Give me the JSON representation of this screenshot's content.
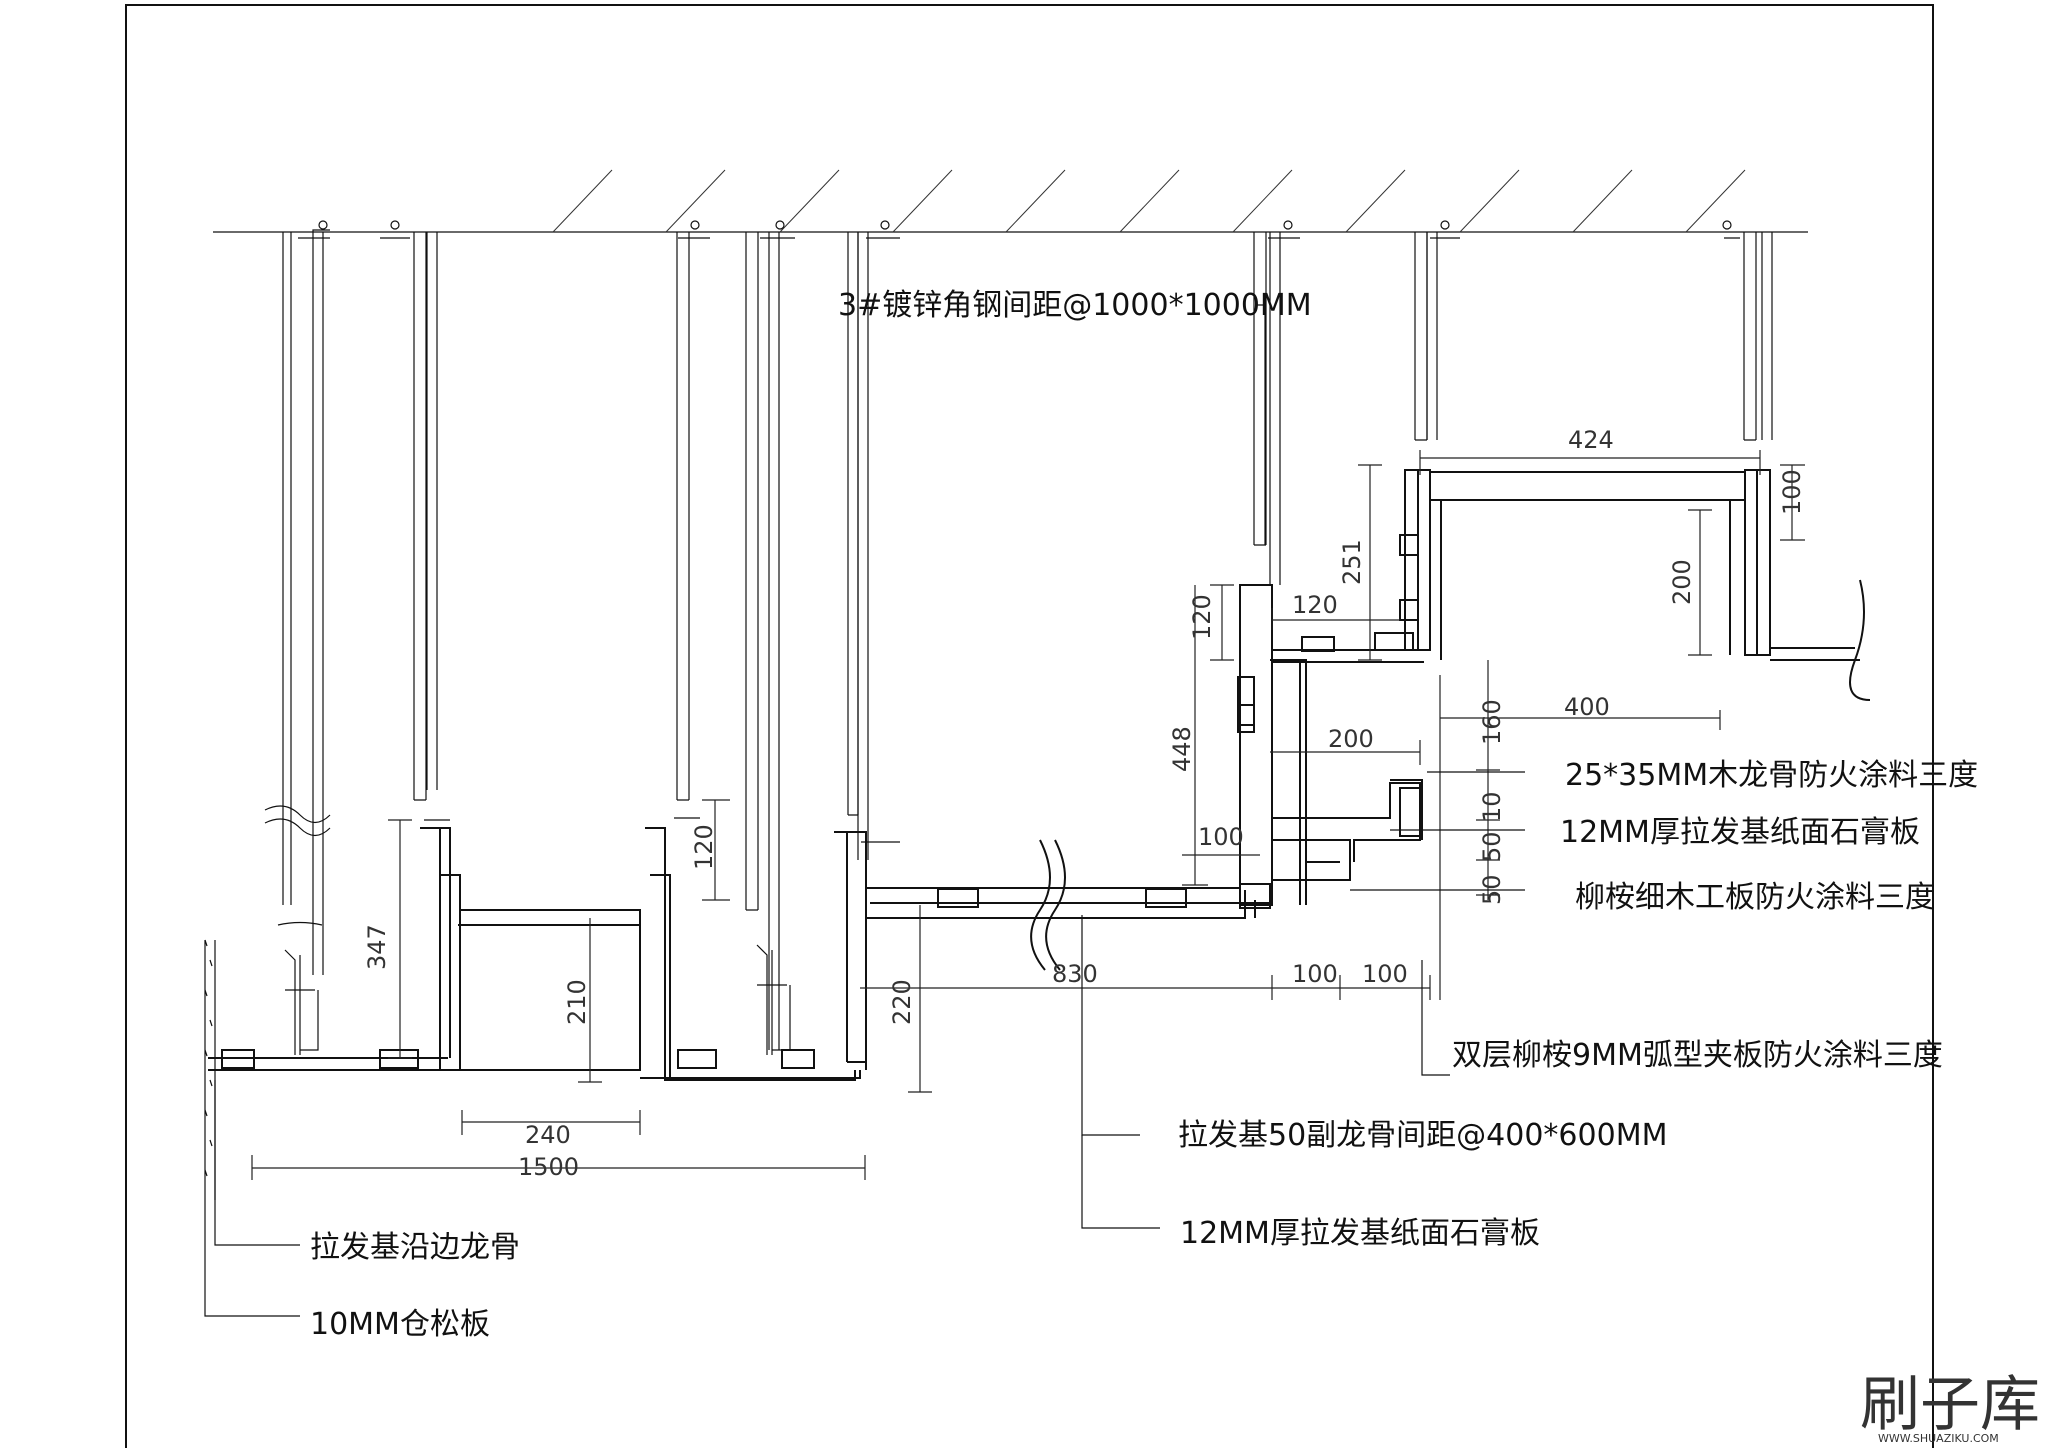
{
  "annotations": {
    "steel_angle": "3#镀锌角钢间距@1000*1000MM",
    "wood_keel": "25*35MM木龙骨防火涂料三度",
    "gypsum_board_right": "12MM厚拉发基纸面石膏板",
    "blockboard": "柳桉细木工板防火涂料三度",
    "plywood": "双层柳桉9MM弧型夹板防火涂料三度",
    "secondary_keel": "拉发基50副龙骨间距@400*600MM",
    "gypsum_board_bottom": "12MM厚拉发基纸面石膏板",
    "edge_keel": "拉发基沿边龙骨",
    "pine_board": "10MM仓松板"
  },
  "dimensions": {
    "d424": "424",
    "d100_top": "100",
    "d251": "251",
    "d200_v": "200",
    "d120_h": "120",
    "d120_v": "120",
    "d400": "400",
    "d160": "160",
    "d200_h": "200",
    "d448": "448",
    "d10": "10",
    "d50a": "50",
    "d50b": "50",
    "d100_mid": "100",
    "d830": "830",
    "d100_a": "100",
    "d100_b": "100",
    "d220": "220",
    "d120_left": "120",
    "d347": "347",
    "d210": "210",
    "d240": "240",
    "d1500": "1500"
  },
  "watermark": {
    "logo": "刷子库",
    "url": "WWW.SHUAZIKU.COM"
  }
}
